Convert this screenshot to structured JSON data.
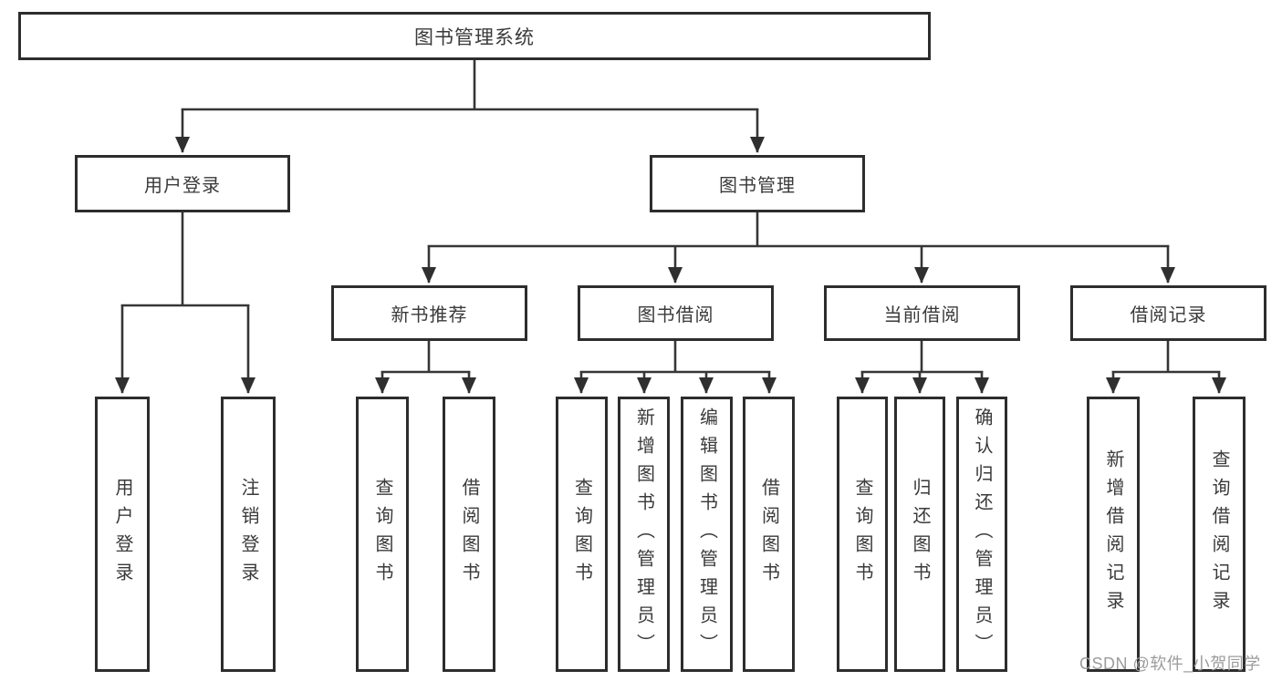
{
  "diagram": {
    "root": "图书管理系统",
    "level1": [
      "用户登录",
      "图书管理"
    ],
    "level2": [
      "新书推荐",
      "图书借阅",
      "当前借阅",
      "借阅记录"
    ],
    "subtrees": [
      {
        "parent": "用户登录",
        "children": [
          "用户登录",
          "注销登录"
        ]
      },
      {
        "parent": "新书推荐",
        "children": [
          "查询图书",
          "借阅图书"
        ]
      },
      {
        "parent": "图书借阅",
        "children": [
          "查询图书",
          "新增图书（管理员）",
          "编辑图书（管理员）",
          "借阅图书"
        ]
      },
      {
        "parent": "当前借阅",
        "children": [
          "查询图书",
          "归还图书",
          "确认归还（管理员）"
        ]
      },
      {
        "parent": "借阅记录",
        "children": [
          "新增借阅记录",
          "查询借阅记录"
        ]
      }
    ]
  },
  "colors": {
    "line": "#363636",
    "border": "#2d2d2d",
    "text": "#3a3a3a",
    "background": "#ffffff",
    "watermark": "#9c9c9c"
  },
  "watermark": {
    "text": "CSDN @软件_小贺同学"
  }
}
